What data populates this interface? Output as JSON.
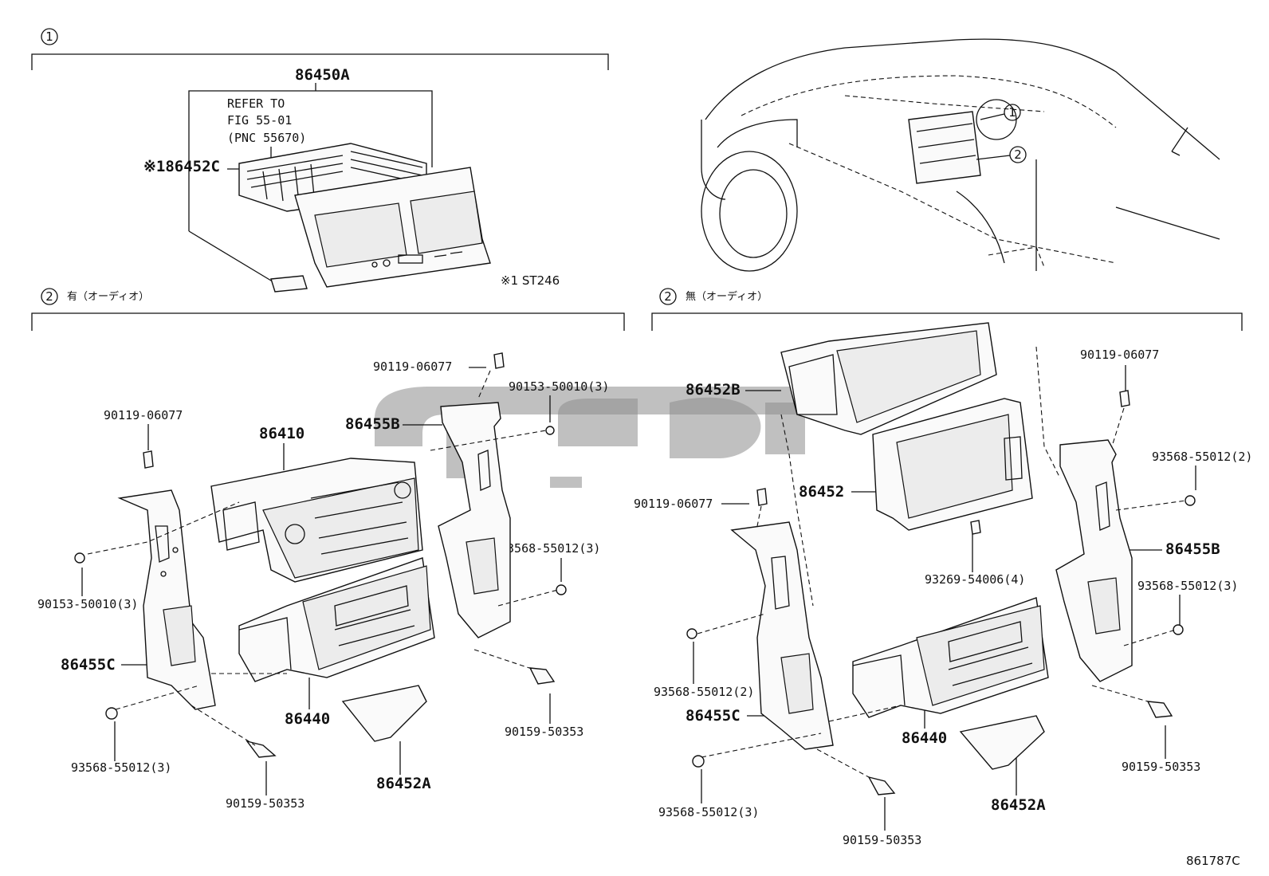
{
  "figure_code": "861787C",
  "refs": {
    "one": "1",
    "two": "2"
  },
  "section1": {
    "assembly_label": "86450A",
    "refer_line1": "REFER TO",
    "refer_line2": "FIG 55-01",
    "refer_line3": "(PNC 55670)",
    "vent_label": "※186452C",
    "footnote": "※1 ST246"
  },
  "section2_left": {
    "header": "有（オーディオ）",
    "labels": {
      "screw_top": "90119-06077",
      "bolt_top": "90153-50010(3)",
      "screw_left": "90119-06077",
      "receiver": "86410",
      "bracket_right": "86455B",
      "bolt_left": "90153-50010(3)",
      "nut_right": "93568-55012(3)",
      "bracket_left": "86455C",
      "panel": "86440",
      "nut_left": "93568-55012(3)",
      "bolt_right": "90159-50353",
      "cover": "86452A",
      "bolt_bottom": "90159-50353"
    }
  },
  "section2_right": {
    "header": "無（オーディオ）",
    "labels": {
      "frame": "86452B",
      "screw_top_right": "90119-06077",
      "nut_top_right": "93568-55012(2)",
      "plate": "86452",
      "screw_left": "90119-06077",
      "bracket_right": "86455B",
      "screw_center": "93269-54006(4)",
      "nut_right": "93568-55012(3)",
      "nut_left": "93568-55012(2)",
      "bracket_left": "86455C",
      "panel": "86440",
      "bolt_right": "90159-50353",
      "nut_bottom": "93568-55012(3)",
      "cover": "86452A",
      "bolt_bottom": "90159-50353"
    }
  }
}
